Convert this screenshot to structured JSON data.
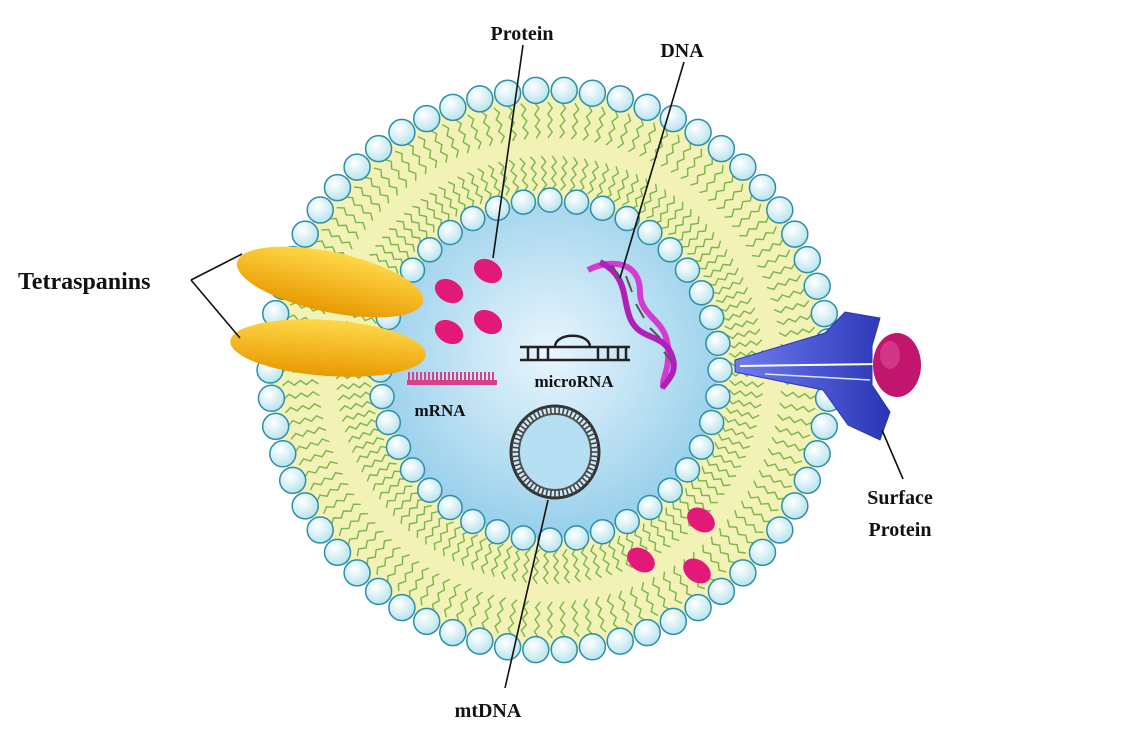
{
  "labels": {
    "protein": "Protein",
    "dna": "DNA",
    "tetraspanins": "Tetraspanins",
    "microrna": "microRNA",
    "mrna": "mRNA",
    "mtdna": "mtDNA",
    "surface_protein_line1": "Surface",
    "surface_protein_line2": "Protein"
  },
  "colors": {
    "head_fill": "#ffffff",
    "head_stroke": "#2e8fa8",
    "lipid_tail": "#79b54a",
    "membrane_fill": "#f2f2b6",
    "lumen_fill": "#a8d8f0",
    "protein_spots": "#e3197a",
    "tetraspanin": "#f7b400",
    "surface_protein": "#3f4fd6",
    "surface_protein_cap": "#c2166e",
    "dna_strand": "#d43bd4",
    "mrna": "#d8408a"
  },
  "icons": [
    "tetraspanin-shape",
    "surface-protein-shape",
    "dna-helix",
    "mtdna-ring",
    "microrna-hairpin",
    "mrna-strand"
  ]
}
